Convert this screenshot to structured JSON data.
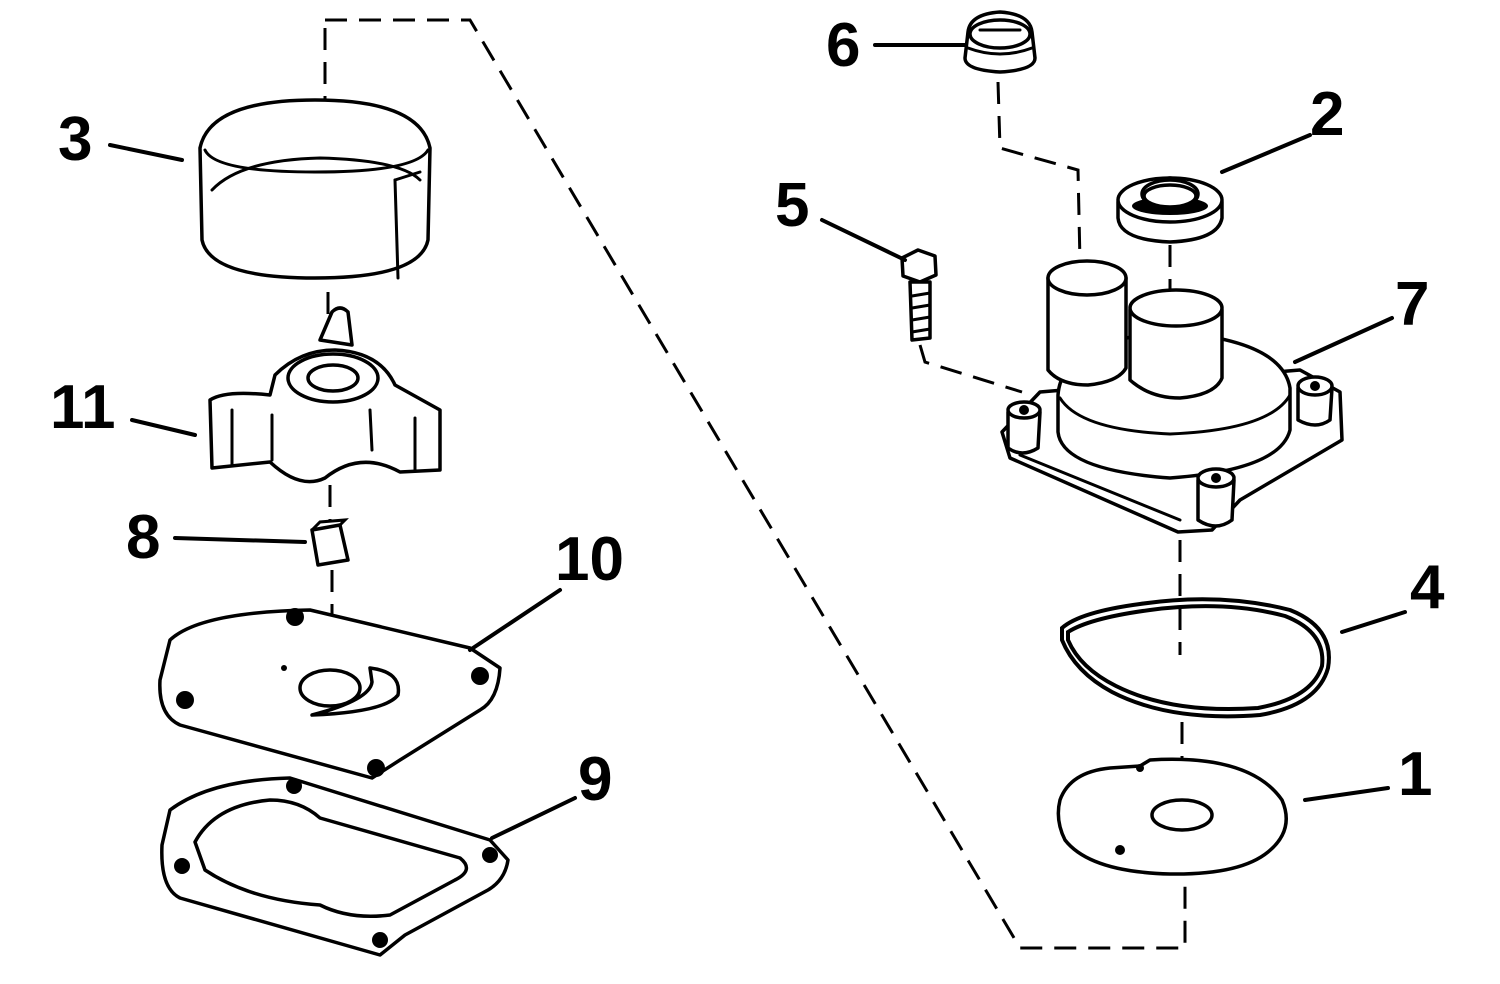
{
  "diagram": {
    "callouts": {
      "c1": "1",
      "c2": "2",
      "c3": "3",
      "c4": "4",
      "c5": "5",
      "c6": "6",
      "c7": "7",
      "c8": "8",
      "c9": "9",
      "c10": "10",
      "c11": "11"
    },
    "colors": {
      "ink": "#000000",
      "paper": "#ffffff"
    }
  }
}
